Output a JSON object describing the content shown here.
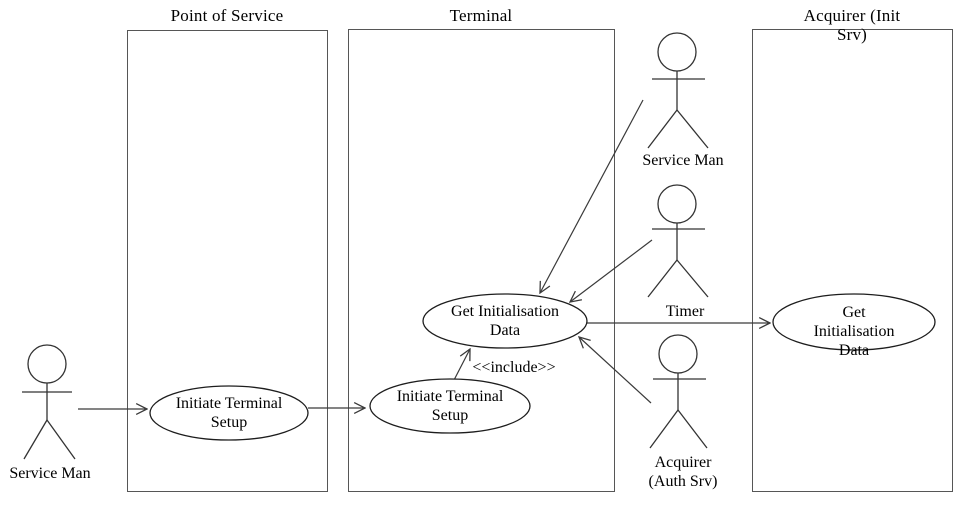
{
  "boundaries": [
    {
      "label": "Point of Service"
    },
    {
      "label": "Terminal"
    },
    {
      "label": "Acquirer (Init Srv)"
    }
  ],
  "actors": [
    {
      "label": "Service Man"
    },
    {
      "label": "Service Man"
    },
    {
      "label": "Timer"
    },
    {
      "label": "Acquirer\n(Auth Srv)"
    }
  ],
  "use_cases": [
    {
      "label": "Initiate Terminal\nSetup"
    },
    {
      "label": "Initiate Terminal\nSetup"
    },
    {
      "label": "Get Initialisation\nData"
    },
    {
      "label": "Get Initialisation\nData"
    }
  ],
  "annotations": {
    "include": "<<include>>"
  },
  "colors": {
    "background": "#ffffff",
    "line": "#333333",
    "boundary_border": "#565656",
    "text": "#000000"
  }
}
